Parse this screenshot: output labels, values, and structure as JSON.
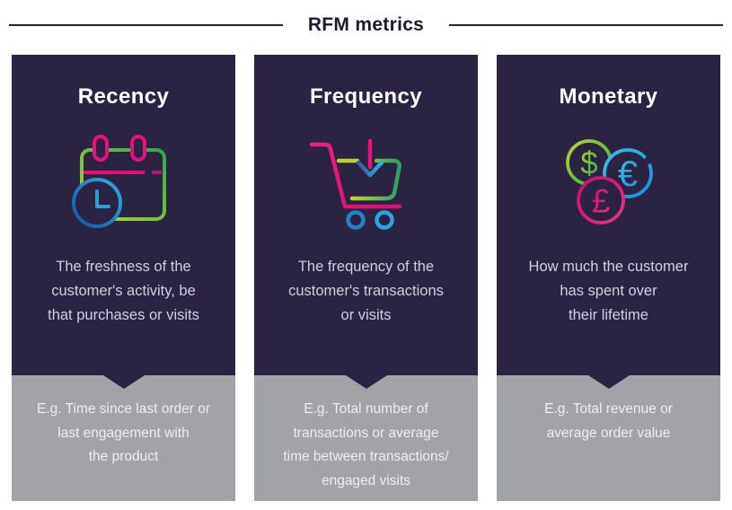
{
  "header": {
    "title": "RFM metrics"
  },
  "colors": {
    "card_background": "#2a2342",
    "panel_background": "#a2a3a7",
    "lime": "#b8d432",
    "green": "#2fa84f",
    "magenta": "#ea137b",
    "bright_blue": "#29abe2",
    "dark_blue": "#2457a0"
  },
  "cards": [
    {
      "title": "Recency",
      "icon": "calendar-clock-icon",
      "description": "The freshness of the\ncustomer's activity, be\nthat purchases or visits",
      "example": "E.g. Time since last order or\nlast engagement with\nthe product"
    },
    {
      "title": "Frequency",
      "icon": "cart-arrow-down-icon",
      "description": "The frequency of the\ncustomer's transactions\nor visits",
      "example": "E.g. Total number of\ntransactions or average\ntime between transactions/\nengaged visits"
    },
    {
      "title": "Monetary",
      "icon": "currency-circles-icon",
      "description": "How much the customer\nhas spent over\ntheir lifetime",
      "example": "E.g. Total revenue or\naverage order value",
      "icon_symbols": [
        "$",
        "€",
        "£"
      ]
    }
  ]
}
